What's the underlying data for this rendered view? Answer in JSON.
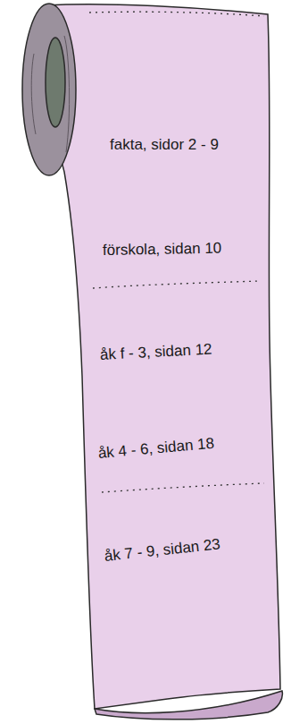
{
  "diagram": {
    "labels": [
      "fakta, sidor 2 - 9",
      "förskola, sidan 10",
      "åk f - 3, sidan 12",
      "åk 4 - 6, sidan 18",
      "åk 7 - 9, sidan 23"
    ]
  }
}
